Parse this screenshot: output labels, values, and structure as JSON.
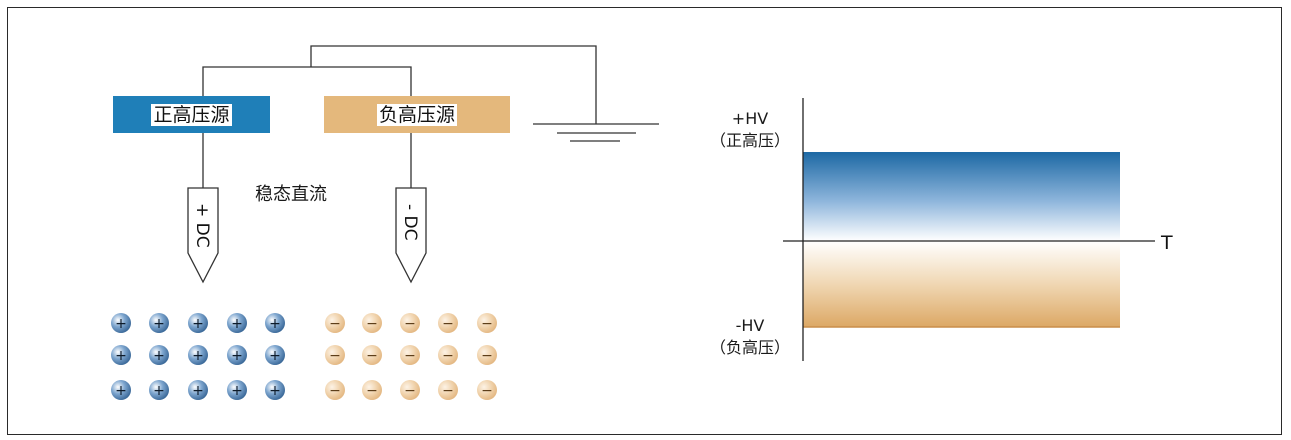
{
  "sources": {
    "positive_label": "正高压源",
    "negative_label": "负高压源",
    "positive_color": "#1f7fb8",
    "negative_color": "#e4b87c"
  },
  "probes": {
    "positive_label": "+ DC",
    "negative_label": "- DC"
  },
  "caption": "稳态直流",
  "ions": {
    "positive_symbol": "+",
    "negative_symbol": "−",
    "positive_color": "#2f5e8f",
    "negative_color": "#e6c092",
    "rows": 3,
    "per_row_each": 5
  },
  "timing_chart": {
    "top_label_line1": "+HV",
    "top_label_line2": "（正高压）",
    "bottom_label_line1": "-HV",
    "bottom_label_line2": "（负高压）",
    "axis_label": "T",
    "top_band_color": "#1f6aa5",
    "bottom_band_color": "#dca865"
  }
}
